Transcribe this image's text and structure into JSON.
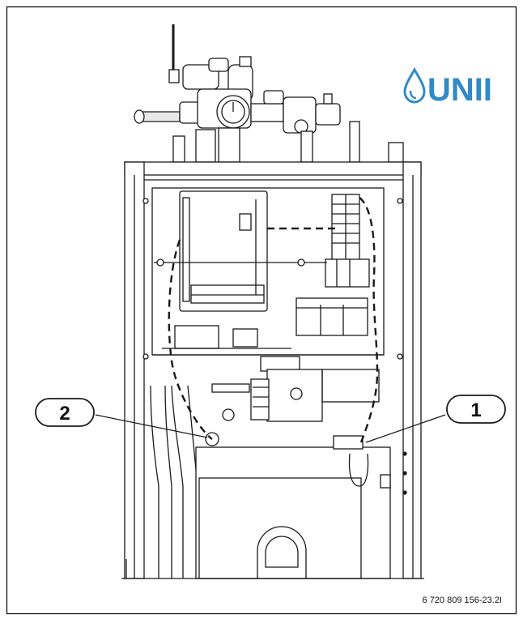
{
  "callouts": [
    {
      "number": "2"
    },
    {
      "number": "1"
    }
  ],
  "figure_reference": "6 720 809 156-23.2I",
  "watermark": {
    "text": "UNII",
    "color": "#2f8ac8"
  },
  "colors": {
    "line": "#1a1a1a",
    "fill": "#ffffff",
    "shade": "#d9d9d9"
  }
}
